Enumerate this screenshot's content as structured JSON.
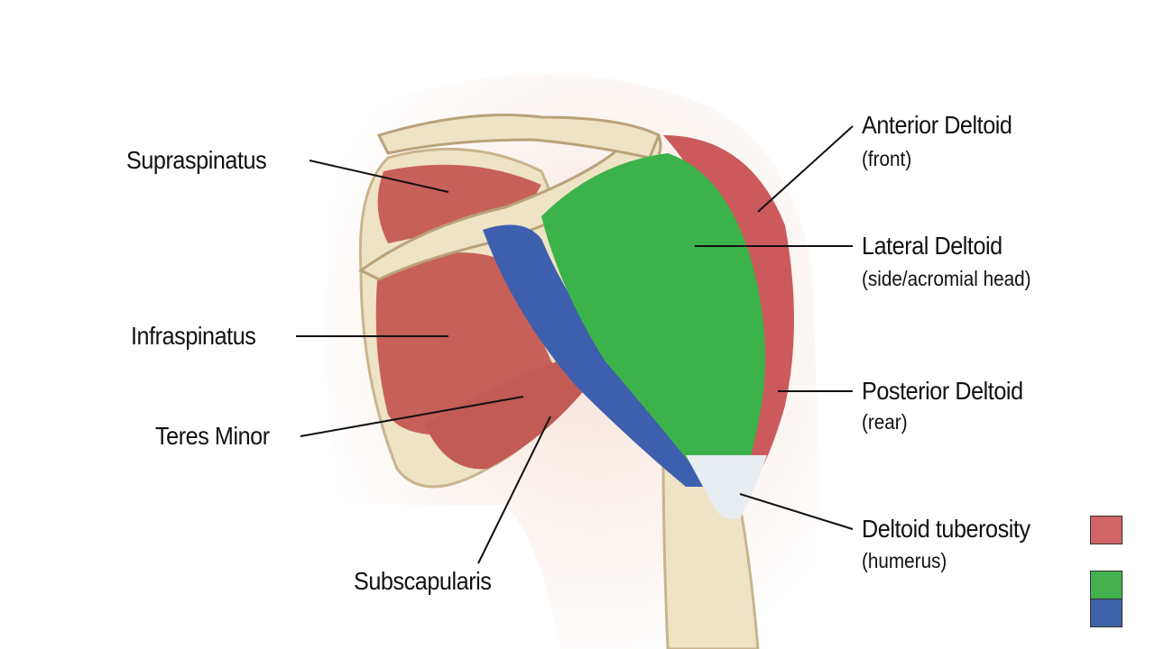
{
  "labels": {
    "supraspinatus": "Supraspinatus",
    "infraspinatus": "Infraspinatus",
    "teres_minor": "Teres Minor",
    "subscapularis": "Subscapularis",
    "anterior_deltoid": {
      "title": "Anterior Deltoid",
      "note": "(front)"
    },
    "lateral_deltoid": {
      "title": "Lateral Deltoid",
      "note": "(side/acromial head)"
    },
    "posterior_deltoid": {
      "title": "Posterior Deltoid",
      "note": "(rear)"
    },
    "deltoid_tuberosity": {
      "title": "Deltoid tuberosity",
      "note": "(humerus)"
    }
  },
  "legend": {
    "colors": [
      "#d06466",
      "#44b04e",
      "#3f62a8"
    ]
  },
  "colors": {
    "muscle_red": "#c8605a",
    "deltoid_green": "#3cb24a",
    "tendon_blue": "#3d5fae",
    "bone": "#efe3c6",
    "skin": "#f6e6dc"
  }
}
